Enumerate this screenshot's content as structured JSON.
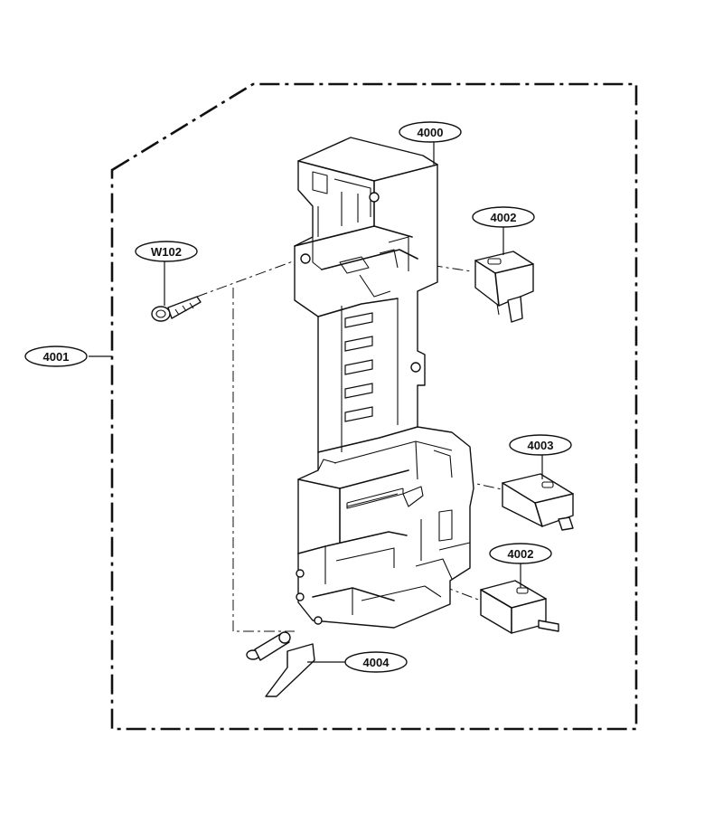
{
  "labels": {
    "frame_assembly": "4000",
    "assembly_boundary": "4001",
    "switch_upper": "4002",
    "switch_middle": "4003",
    "switch_lower": "4002",
    "lever": "4004",
    "screw": "W102"
  }
}
